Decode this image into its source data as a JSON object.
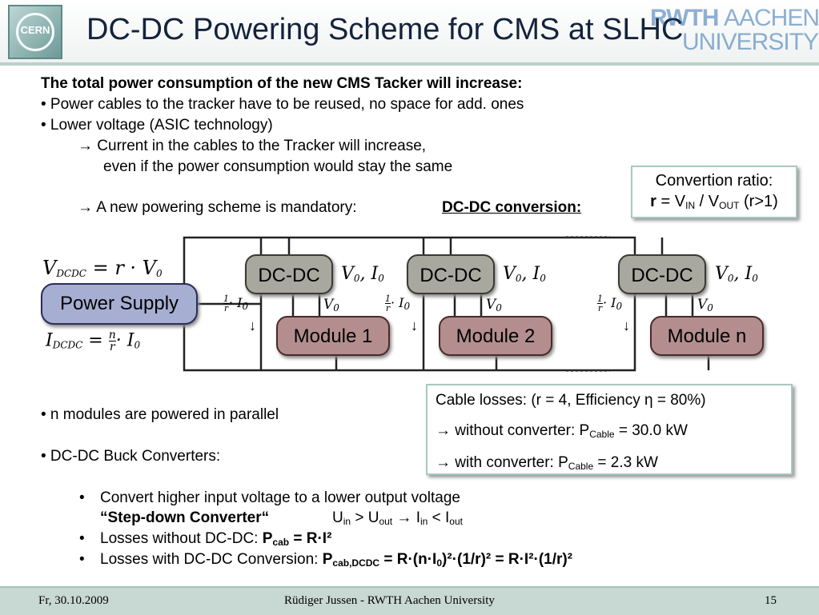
{
  "header": {
    "title": "DC-DC Powering Scheme for CMS at SLHC",
    "logo_left": "CERN",
    "logo_right_1": "RWTH",
    "logo_right_2": "AACHEN",
    "logo_right_3": "UNIVERSITY"
  },
  "intro": {
    "heading": "The total power consumption of the new CMS Tacker will increase:",
    "bullet1": "• Power cables to the tracker have to be reused, no space for add. ones",
    "bullet2": "• Lower voltage (ASIC technology)",
    "arrow1": "→ Current in the cables to the Tracker will increase,",
    "arrow1b": "even if the power consumption would stay the same",
    "arrow2": "→ A new powering scheme is mandatory:",
    "dcdc": "DC-DC conversion:"
  },
  "ratio_box": {
    "line1": "Convertion ratio:",
    "r": "r",
    "eq": " = V",
    "in": "IN",
    "slash": " / V",
    "out": "OUT",
    "cond": " (r>1)"
  },
  "diagram": {
    "vdcdc": "V",
    "vdcdc_sub": "DCDC",
    "vdcdc_rhs": " = r · V",
    "vdcdc_rhs_sub": "0",
    "idcdc": "I",
    "idcdc_sub": "DCDC",
    "idcdc_rhs_a": " = ",
    "idcdc_rhs_n": "n",
    "idcdc_rhs_r": "r",
    "idcdc_rhs_b": "· I",
    "idcdc_rhs_sub": "0",
    "power_supply": "Power Supply",
    "dcdc_label": "DC-DC",
    "v0i0": "V",
    "v0i0_tail": ", I",
    "v0_sub": "0",
    "v0": "V",
    "frac_num": "1",
    "frac_den": "r",
    "frac_tail": "· I",
    "down_arrow": "↓",
    "modules": [
      "Module 1",
      "Module 2",
      "Module n"
    ]
  },
  "losses": {
    "line1": "Cable losses: (r = 4, Efficiency η = 80%)",
    "line2_a": "→ without converter: P",
    "line2_sub": "Cable",
    "line2_b": " = 30.0 kW",
    "line3_a": "→ with converter:      P",
    "line3_sub": "Cable",
    "line3_b": " =   2.3 kW"
  },
  "body": {
    "parallel": "• n modules are powered in parallel",
    "buck": "• DC-DC Buck Converters:",
    "sub1": "Convert higher input voltage to a lower output voltage",
    "stepdown": "“Step-down Converter“",
    "u_rel_a": "U",
    "u_in": "in",
    "u_rel_b": " > U",
    "u_out": "out",
    "u_rel_c": " →  I",
    "i_in": "in",
    "u_rel_d": "  <  I",
    "i_out": "out",
    "sub2_a": "Losses without DC-DC: ",
    "sub2_b": "P",
    "sub2_sub": "cab",
    "sub2_c": " = R·I²",
    "sub3_a": "Losses with DC-DC Conversion: ",
    "sub3_b": "P",
    "sub3_sub": "cab,DCDC",
    "sub3_c": " = R·(n·I",
    "sub3_sub0": "0",
    "sub3_d": ")²·(1/r)² = R·I²·(1/r)²",
    "bullet_dot": "•"
  },
  "footer": {
    "date": "Fr, 30.10.2009",
    "author": "Rüdiger Jussen - RWTH Aachen University",
    "page": "15"
  }
}
